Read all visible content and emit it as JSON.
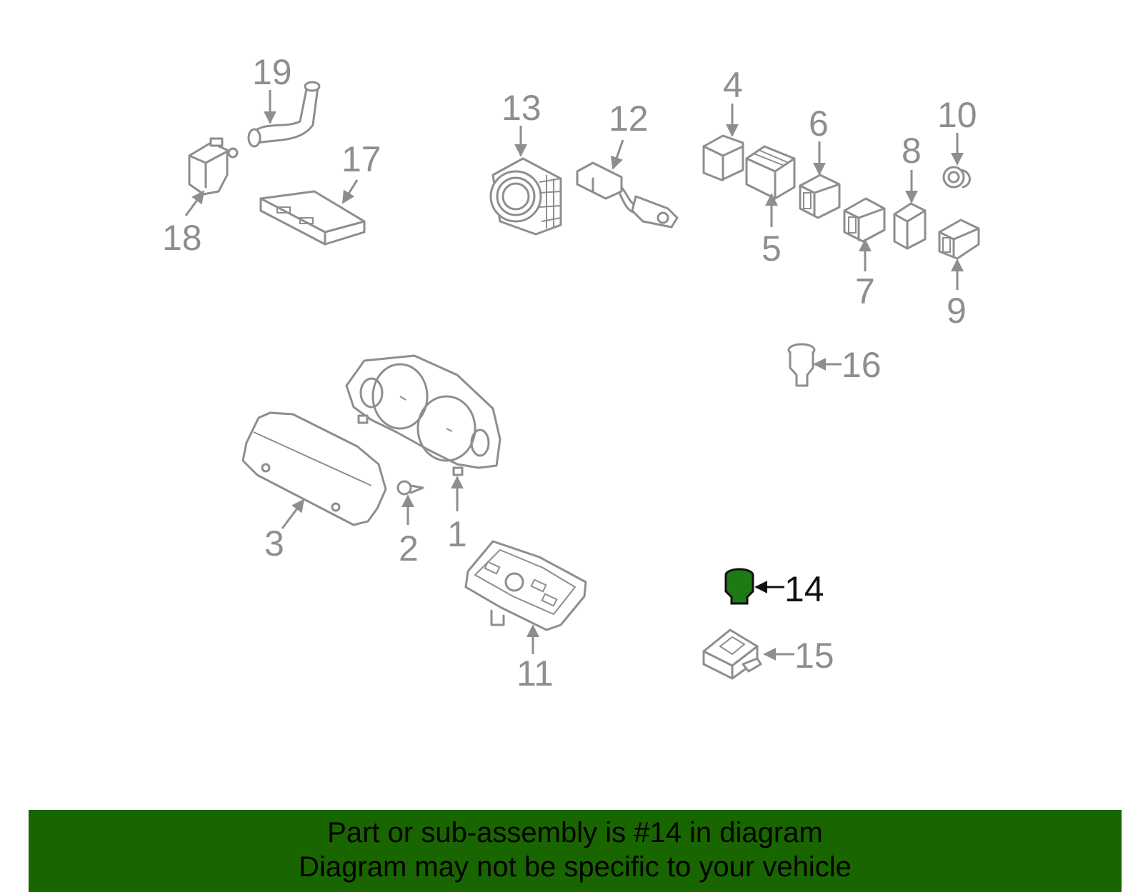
{
  "diagram": {
    "highlight_color": "#1e7a12",
    "line_color": "#8e8e8e",
    "callouts": [
      {
        "id": "1",
        "label": "1"
      },
      {
        "id": "2",
        "label": "2"
      },
      {
        "id": "3",
        "label": "3"
      },
      {
        "id": "4",
        "label": "4"
      },
      {
        "id": "5",
        "label": "5"
      },
      {
        "id": "6",
        "label": "6"
      },
      {
        "id": "7",
        "label": "7"
      },
      {
        "id": "8",
        "label": "8"
      },
      {
        "id": "9",
        "label": "9"
      },
      {
        "id": "10",
        "label": "10"
      },
      {
        "id": "11",
        "label": "11"
      },
      {
        "id": "12",
        "label": "12"
      },
      {
        "id": "13",
        "label": "13"
      },
      {
        "id": "14",
        "label": "14",
        "highlighted": true
      },
      {
        "id": "15",
        "label": "15"
      },
      {
        "id": "16",
        "label": "16"
      },
      {
        "id": "17",
        "label": "17"
      },
      {
        "id": "18",
        "label": "18"
      },
      {
        "id": "19",
        "label": "19"
      }
    ]
  },
  "banner": {
    "background": "#196600",
    "line1": "Part or sub-assembly is #14 in diagram",
    "line2": "Diagram may not be specific to your vehicle"
  }
}
